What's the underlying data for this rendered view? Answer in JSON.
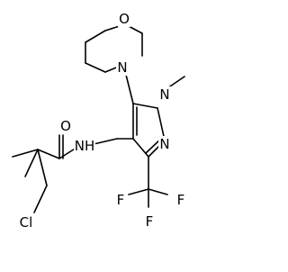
{
  "molecule": {
    "atoms": [
      {
        "id": "o_morph",
        "label": "O"
      },
      {
        "id": "n_morph",
        "label": "N"
      },
      {
        "id": "n1",
        "label": "N"
      },
      {
        "id": "n2",
        "label": "N"
      },
      {
        "id": "n_amide",
        "label": "NH"
      },
      {
        "id": "o_carbonyl",
        "label": "O"
      },
      {
        "id": "cl",
        "label": "Cl"
      },
      {
        "id": "f1",
        "label": "F"
      },
      {
        "id": "f2",
        "label": "F"
      },
      {
        "id": "f3",
        "label": "F"
      }
    ],
    "colors": {
      "bond": "#000000",
      "text": "#000000",
      "background": "#ffffff"
    }
  }
}
